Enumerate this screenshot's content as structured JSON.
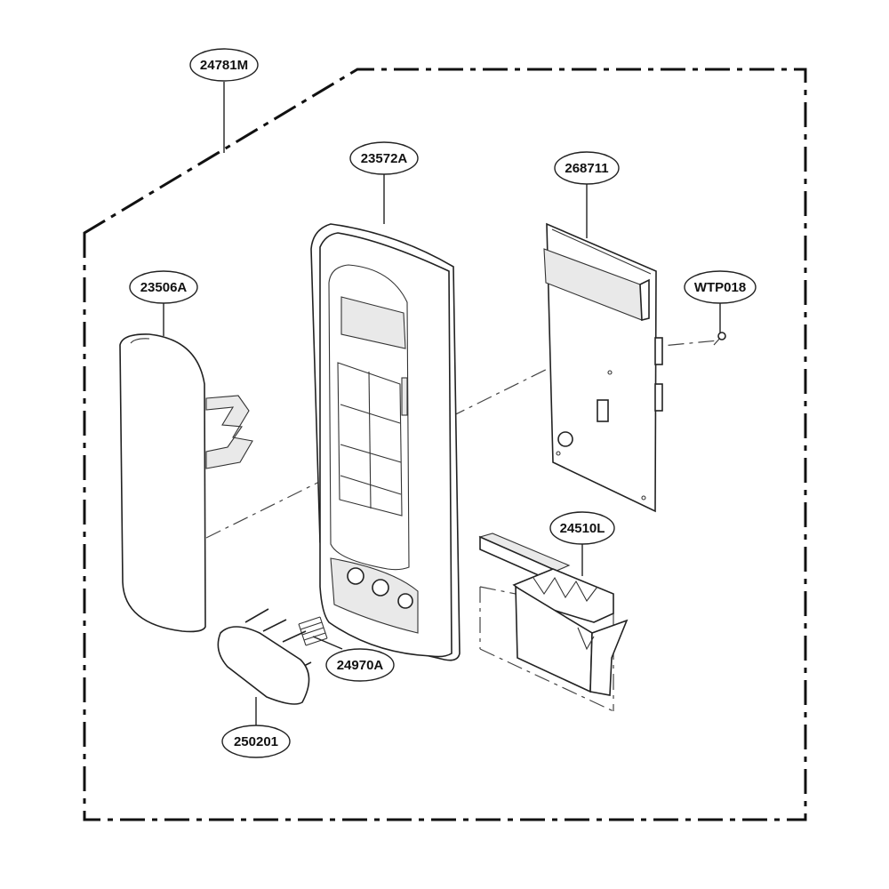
{
  "diagram": {
    "callouts": [
      {
        "id": "assembly",
        "label": "24781M"
      },
      {
        "id": "control-panel-frame",
        "label": "23572A"
      },
      {
        "id": "pcb",
        "label": "268711"
      },
      {
        "id": "screw",
        "label": "WTP018"
      },
      {
        "id": "membrane-sheet",
        "label": "23506A"
      },
      {
        "id": "latch-lever",
        "label": "24510L"
      },
      {
        "id": "spring",
        "label": "24970A"
      },
      {
        "id": "door-button",
        "label": "250201"
      }
    ]
  },
  "colors": {
    "line": "#222222",
    "background": "#ffffff",
    "shade": "#e9e9e9"
  }
}
